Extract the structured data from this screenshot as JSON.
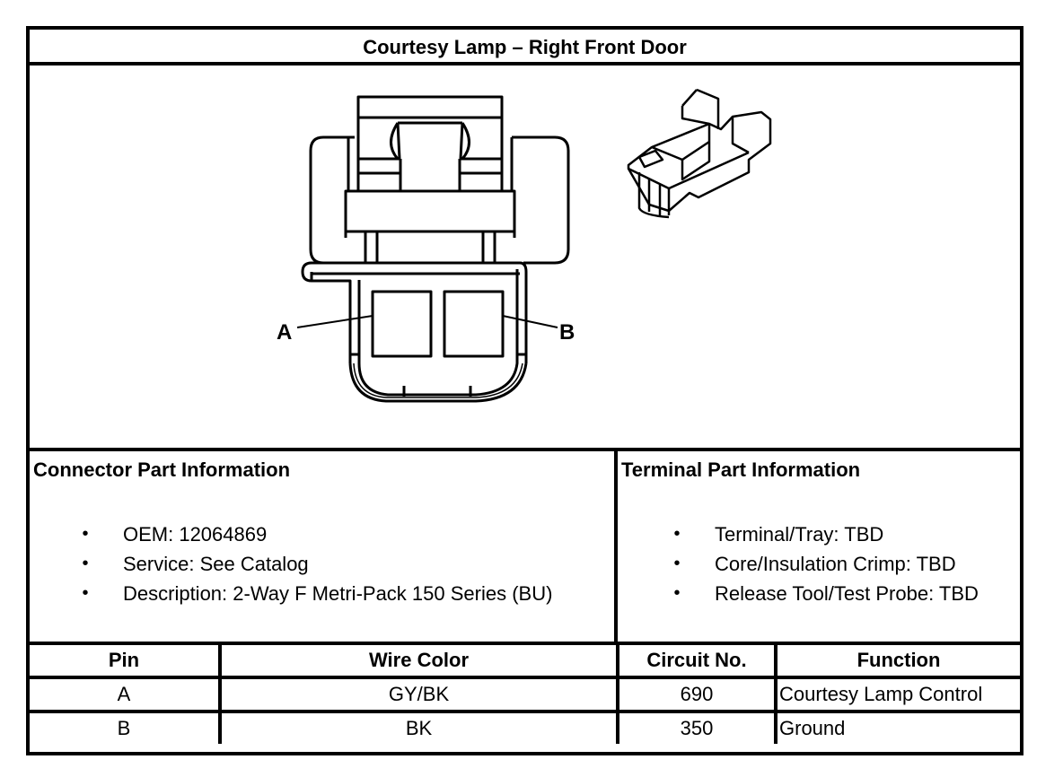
{
  "title": "Courtesy Lamp – Right Front Door",
  "diagram": {
    "connector_face_icon": "connector-face-view",
    "connector_iso_icon": "connector-isometric-view",
    "pin_labels": [
      "A",
      "B"
    ]
  },
  "connector_info": {
    "heading": "Connector Part Information",
    "bullet": "•",
    "items": [
      "OEM: 12064869",
      "Service: See Catalog",
      "Description: 2-Way F Metri-Pack 150 Series (BU)"
    ]
  },
  "terminal_info": {
    "heading": "Terminal Part Information",
    "bullet": "•",
    "items": [
      "Terminal/Tray: TBD",
      "Core/Insulation Crimp: TBD",
      "Release Tool/Test Probe: TBD"
    ]
  },
  "pin_table": {
    "headers": [
      "Pin",
      "Wire Color",
      "Circuit No.",
      "Function"
    ],
    "rows": [
      [
        "A",
        "GY/BK",
        "690",
        "Courtesy Lamp Control"
      ],
      [
        "B",
        "BK",
        "350",
        "Ground"
      ]
    ]
  }
}
